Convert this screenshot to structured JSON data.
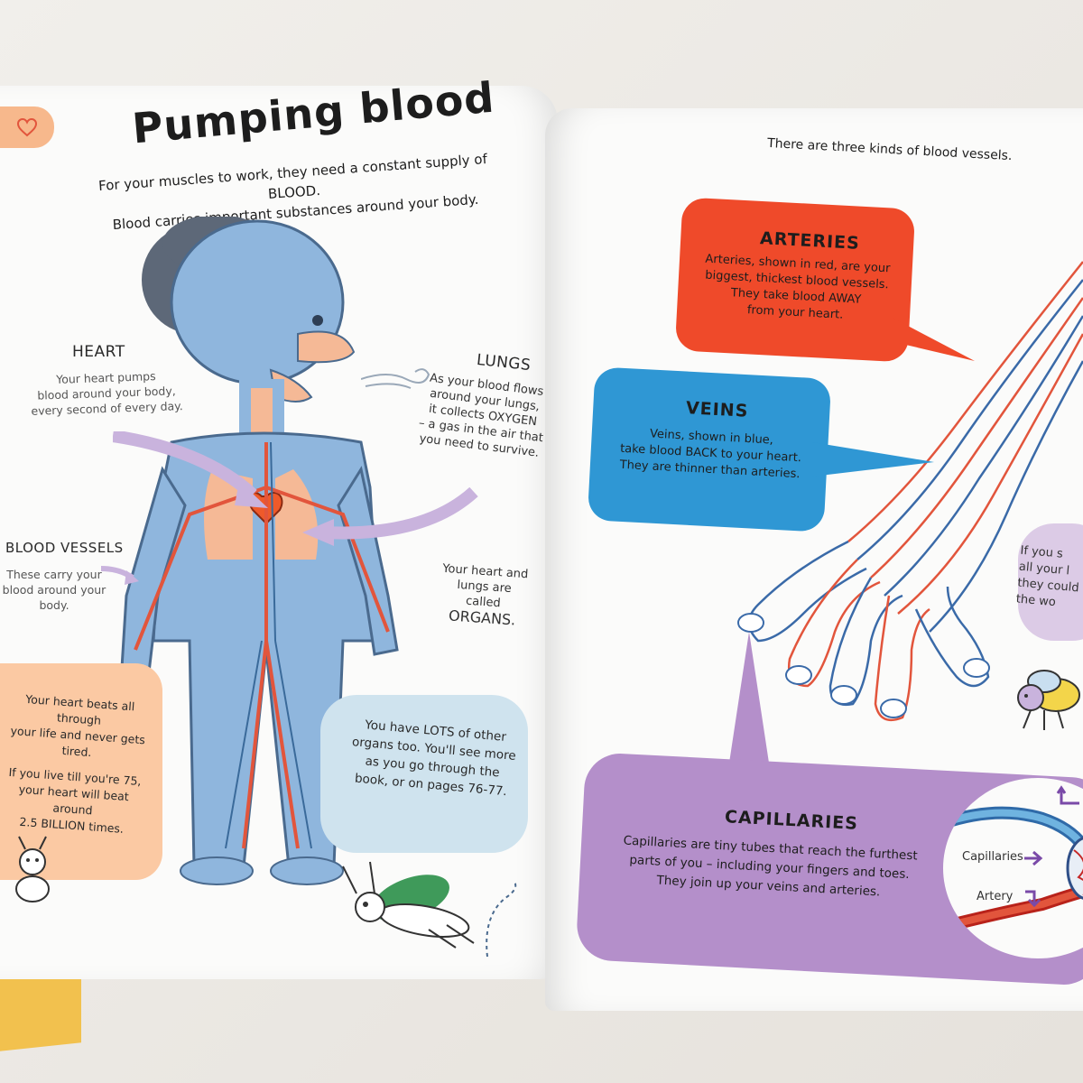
{
  "colors": {
    "artery_red": "#ef4a2a",
    "vein_blue": "#2f97d4",
    "capillary_purple": "#b48fca",
    "peach": "#fbc9a3",
    "light_blue": "#cfe3ee",
    "body_blue": "#8fb6dd"
  },
  "left_page": {
    "tab_icon": "heart-icon",
    "title": "Pumping blood",
    "intro_line1": "For your muscles to work, they need a constant supply of BLOOD.",
    "intro_line2": "Blood carries important substances around your body.",
    "heart": {
      "title": "HEART",
      "line1": "Your heart pumps",
      "line2": "blood around your body,",
      "line3": "every second of every day."
    },
    "lungs": {
      "title": "LUNGS",
      "line1": "As your blood flows",
      "line2": "around your lungs,",
      "line3": "it collects OXYGEN",
      "line4": "– a gas in the air that",
      "line5": "you need to survive."
    },
    "blood_vessels": {
      "title": "BLOOD VESSELS",
      "line1": "These carry your",
      "line2": "blood around your body."
    },
    "organs": {
      "line1": "Your heart and",
      "line2": "lungs are called",
      "line3": "ORGANS."
    },
    "peach_bubble": {
      "line1": "Your heart beats all through",
      "line2": "your life and never gets tired.",
      "line3": "If you live till you're 75,",
      "line4": "your heart will beat around",
      "line5": "2.5 BILLION times."
    },
    "blue_bubble": {
      "line1": "You have LOTS of other",
      "line2": "organs too. You'll see more",
      "line3": "as you go through the",
      "line4": "book, or on pages 76-77."
    }
  },
  "right_page": {
    "intro": "There are three kinds of blood vessels.",
    "arteries": {
      "title": "ARTERIES",
      "line1": "Arteries, shown in red, are your",
      "line2": "biggest, thickest blood vessels.",
      "line3": "They take blood AWAY",
      "line4": "from your heart."
    },
    "veins": {
      "title": "VEINS",
      "line1": "Veins, shown in blue,",
      "line2": "take blood BACK to your heart.",
      "line3": "They are thinner than arteries."
    },
    "capillaries": {
      "title": "CAPILLARIES",
      "line1": "Capillaries are tiny tubes that reach the furthest",
      "line2": "parts of you – including your fingers and toes.",
      "line3": "They join up your veins and arteries.",
      "label_capillaries": "Capillaries",
      "label_artery": "Artery"
    },
    "cut_off_bubble": {
      "line1": "If you s",
      "line2": "all your l",
      "line3": "they could",
      "line4": "the wo"
    }
  }
}
